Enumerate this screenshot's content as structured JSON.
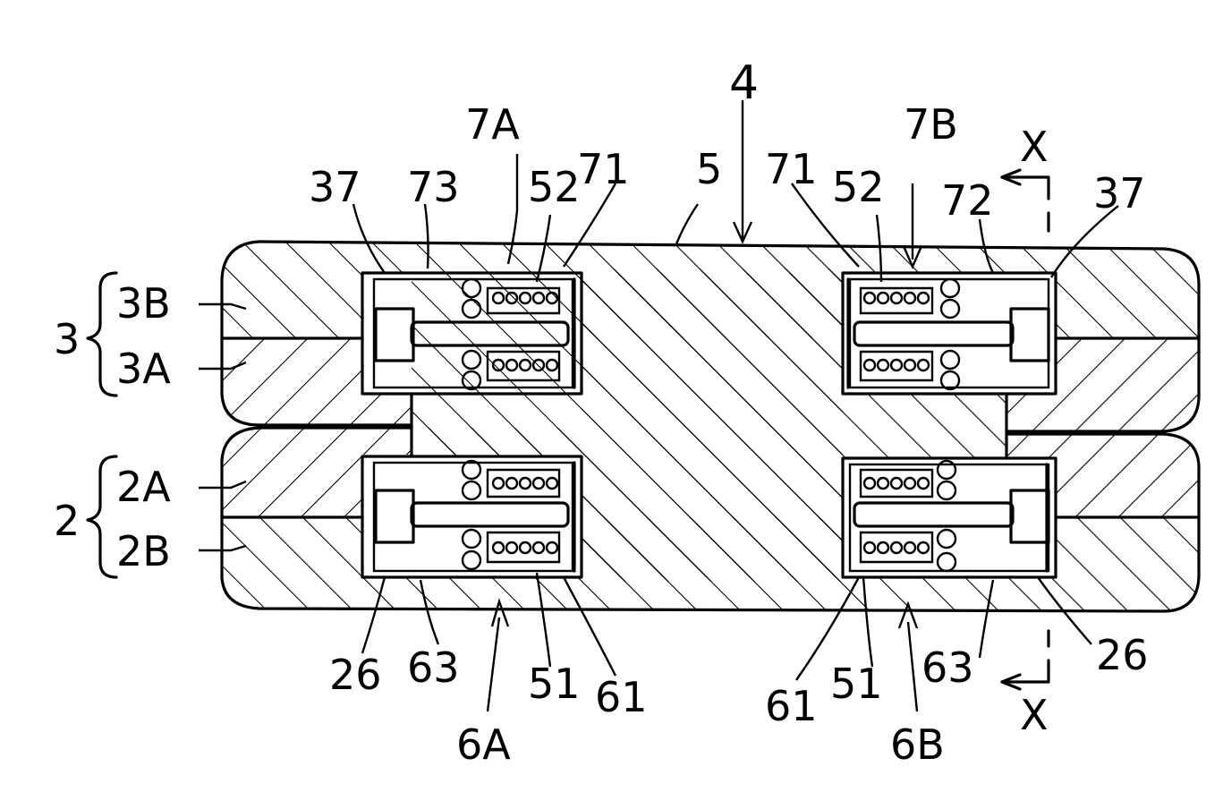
{
  "figure": {
    "title_ref": "4",
    "labels": {
      "l_4": "4",
      "l_5": "5",
      "l_7A": "7A",
      "l_7B": "7B",
      "l_X_top": "X",
      "l_X_bot": "X",
      "l_37_left": "37",
      "l_73": "73",
      "l_52_left": "52",
      "l_71_left": "71",
      "l_71_right": "71",
      "l_52_right": "52",
      "l_72": "72",
      "l_37_right": "37",
      "l_3": "3",
      "l_3B": "3B",
      "l_3A": "3A",
      "l_2": "2",
      "l_2A": "2A",
      "l_2B": "2B",
      "l_26_left": "26",
      "l_63_left": "63",
      "l_6A": "6A",
      "l_51_left": "51",
      "l_61_left": "61",
      "l_61_right": "61",
      "l_51_right": "51",
      "l_6B": "6B",
      "l_63_right": "63",
      "l_26_right": "26"
    }
  }
}
